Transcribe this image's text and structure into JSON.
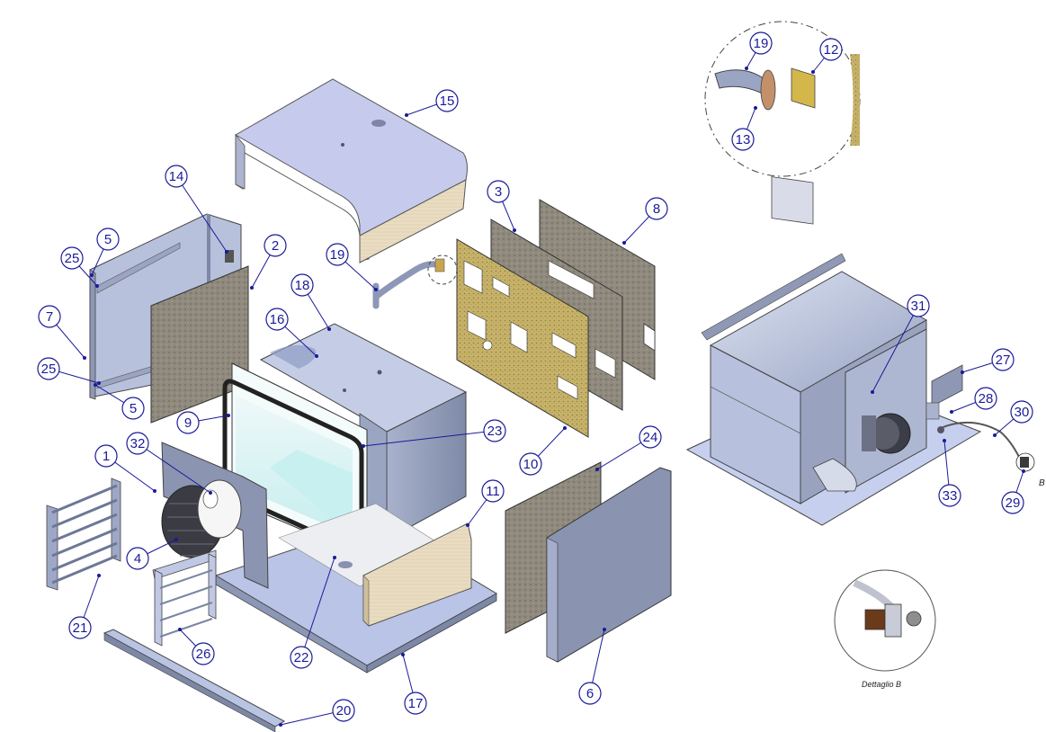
{
  "callouts": [
    "1",
    "2",
    "3",
    "4",
    "5",
    "5",
    "6",
    "7",
    "8",
    "9",
    "10",
    "11",
    "12",
    "13",
    "14",
    "15",
    "16",
    "17",
    "18",
    "19",
    "19",
    "20",
    "21",
    "22",
    "23",
    "24",
    "25",
    "25",
    "26",
    "27",
    "28",
    "29",
    "30",
    "31",
    "32",
    "33"
  ],
  "detail_b_label": "Dettaglio B",
  "b_marker": "B",
  "colors": {
    "callout_stroke": "#1a1a99",
    "leader": "#1a1a99",
    "steel": "#b9c3dd",
    "steel_dark": "#8f9bb8",
    "insulation": "#8f8a7d",
    "foam": "#c9b87a",
    "glass": "#d6f3f3"
  }
}
